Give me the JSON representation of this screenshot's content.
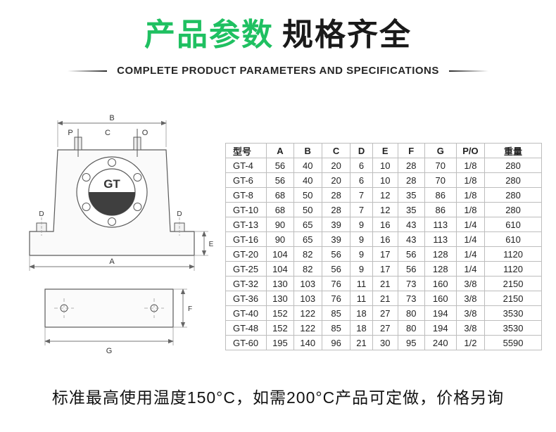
{
  "colors": {
    "accent_green": "#1fc061",
    "title_color": "#1a1a1a",
    "table_border": "#bdbdbd"
  },
  "header": {
    "title_green": "产品参数",
    "title_dark": "规格齐全",
    "subtitle": "COMPLETE PRODUCT PARAMETERS AND SPECIFICATIONS"
  },
  "diagram": {
    "labels": {
      "b": "B",
      "p": "P",
      "c": "C",
      "o": "O",
      "d_left": "D",
      "d_right": "D",
      "a": "A",
      "e": "E",
      "f": "F",
      "g": "G",
      "body": "GT"
    }
  },
  "table": {
    "headers": [
      "型号",
      "A",
      "B",
      "C",
      "D",
      "E",
      "F",
      "G",
      "P/O",
      "重量"
    ],
    "rows": [
      [
        "GT-4",
        "56",
        "40",
        "20",
        "6",
        "10",
        "28",
        "70",
        "1/8",
        "280"
      ],
      [
        "GT-6",
        "56",
        "40",
        "20",
        "6",
        "10",
        "28",
        "70",
        "1/8",
        "280"
      ],
      [
        "GT-8",
        "68",
        "50",
        "28",
        "7",
        "12",
        "35",
        "86",
        "1/8",
        "280"
      ],
      [
        "GT-10",
        "68",
        "50",
        "28",
        "7",
        "12",
        "35",
        "86",
        "1/8",
        "280"
      ],
      [
        "GT-13",
        "90",
        "65",
        "39",
        "9",
        "16",
        "43",
        "113",
        "1/4",
        "610"
      ],
      [
        "GT-16",
        "90",
        "65",
        "39",
        "9",
        "16",
        "43",
        "113",
        "1/4",
        "610"
      ],
      [
        "GT-20",
        "104",
        "82",
        "56",
        "9",
        "17",
        "56",
        "128",
        "1/4",
        "1120"
      ],
      [
        "GT-25",
        "104",
        "82",
        "56",
        "9",
        "17",
        "56",
        "128",
        "1/4",
        "1120"
      ],
      [
        "GT-32",
        "130",
        "103",
        "76",
        "11",
        "21",
        "73",
        "160",
        "3/8",
        "2150"
      ],
      [
        "GT-36",
        "130",
        "103",
        "76",
        "11",
        "21",
        "73",
        "160",
        "3/8",
        "2150"
      ],
      [
        "GT-40",
        "152",
        "122",
        "85",
        "18",
        "27",
        "80",
        "194",
        "3/8",
        "3530"
      ],
      [
        "GT-48",
        "152",
        "122",
        "85",
        "18",
        "27",
        "80",
        "194",
        "3/8",
        "3530"
      ],
      [
        "GT-60",
        "195",
        "140",
        "96",
        "21",
        "30",
        "95",
        "240",
        "1/2",
        "5590"
      ]
    ]
  },
  "footer": {
    "note": "标准最高使用温度150°C，如需200°C产品可定做，价格另询"
  }
}
